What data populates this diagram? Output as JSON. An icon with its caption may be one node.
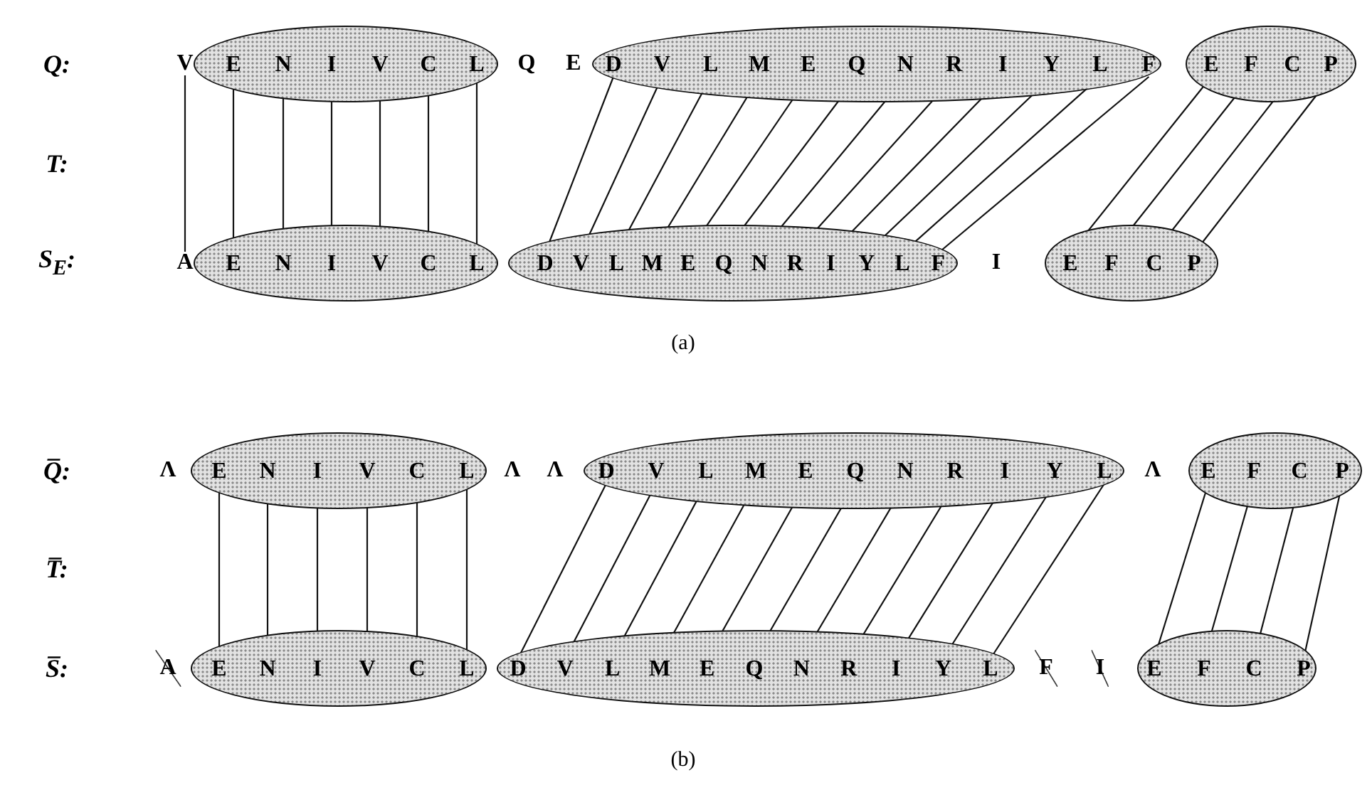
{
  "diagram": {
    "nodes": [
      {
        "text": [
          "V"
        ]
      },
      {
        "text": [],
        "shape": "ellipse"
      },
      {
        "text": [
          "E"
        ],
        "in": 1
      },
      {
        "text": [
          "N"
        ],
        "in": 1
      },
      {
        "text": [
          "I"
        ],
        "in": 1
      },
      {
        "text": [
          "V"
        ],
        "in": 1
      },
      {
        "text": [
          "C"
        ],
        "in": 1
      },
      {
        "text": [
          "L"
        ],
        "in": 1
      },
      {
        "text": [],
        "shape": "ellipse"
      },
      {
        "text": [
          "D"
        ],
        "in": 8
      },
      {
        "text": [
          "V"
        ],
        "in": 8
      },
      {
        "text": [
          "L"
        ],
        "in": 8
      },
      {
        "text": [
          "M"
        ],
        "in": 8
      },
      {
        "text": [
          "E"
        ],
        "in": 8
      },
      {
        "text": [
          "Q"
        ],
        "in": 8
      },
      {
        "text": [
          "N"
        ],
        "in": 8
      },
      {
        "text": [
          "R"
        ],
        "in": 8
      },
      {
        "text": [
          "I"
        ],
        "in": 8
      },
      {
        "text": [
          "Y"
        ],
        "in": 8
      },
      {
        "text": [
          "L"
        ],
        "in": 8
      },
      {
        "text": [
          "F"
        ],
        "in": 8
      },
      {
        "text": [],
        "shape": "ellipse"
      },
      {
        "text": [
          "E"
        ],
        "in": 21
      },
      {
        "text": [
          "F"
        ],
        "in": 21
      },
      {
        "text": [
          "C"
        ],
        "in": 21
      },
      {
        "text": [
          "P"
        ],
        "in": 21
      },
      {
        "text": [
          "A"
        ]
      },
      {
        "text": [],
        "shape": "ellipse"
      },
      {
        "text": [
          "E"
        ],
        "in": 27
      },
      {
        "text": [
          "N"
        ],
        "in": 27
      },
      {
        "text": [
          "I"
        ],
        "in": 27
      },
      {
        "text": [
          "V"
        ],
        "in": 27
      },
      {
        "text": [
          "C"
        ],
        "in": 27
      },
      {
        "text": [
          "L"
        ],
        "in": 27
      },
      {
        "text": [],
        "shape": "ellipse"
      },
      {
        "text": [
          "D"
        ],
        "in": 34
      },
      {
        "text": [
          "V"
        ],
        "in": 34
      },
      {
        "text": [
          "L"
        ],
        "in": 34
      },
      {
        "text": [
          "M"
        ],
        "in": 34
      },
      {
        "text": [
          "E"
        ],
        "in": 34
      },
      {
        "text": [
          "Q"
        ],
        "in": 34
      },
      {
        "text": [
          "N"
        ],
        "in": 34
      },
      {
        "text": [
          "R"
        ],
        "in": 34
      },
      {
        "text": [
          "I"
        ],
        "in": 34
      },
      {
        "text": [
          "Y"
        ],
        "in": 34
      },
      {
        "text": [
          "L"
        ],
        "in": 34
      },
      {
        "text": [
          "F"
        ],
        "in": 34
      },
      {
        "text": [],
        "shape": "ellipse"
      },
      {
        "text": [
          "E"
        ],
        "in": 47
      },
      {
        "text": [
          "F"
        ],
        "in": 47
      },
      {
        "text": [
          "C"
        ],
        "in": 47
      },
      {
        "text": [
          "P"
        ],
        "in": 47
      },
      {
        "text": [],
        "shape": "ellipse"
      },
      {
        "text": [
          "E"
        ],
        "in": 52
      },
      {
        "text": [
          "N"
        ],
        "in": 52
      },
      {
        "text": [
          "I"
        ],
        "in": 52
      },
      {
        "text": [
          "V"
        ],
        "in": 52
      },
      {
        "text": [
          "C"
        ],
        "in": 52
      },
      {
        "text": [
          "L"
        ],
        "in": 52
      },
      {
        "text": [],
        "shape": "ellipse"
      },
      {
        "text": [
          "D"
        ],
        "in": 59
      },
      {
        "text": [
          "V"
        ],
        "in": 59
      },
      {
        "text": [
          "L"
        ],
        "in": 59
      },
      {
        "text": [
          "M"
        ],
        "in": 59
      },
      {
        "text": [
          "E"
        ],
        "in": 59
      },
      {
        "text": [
          "Q"
        ],
        "in": 59
      },
      {
        "text": [
          "N"
        ],
        "in": 59
      },
      {
        "text": [
          "R"
        ],
        "in": 59
      },
      {
        "text": [
          "I"
        ],
        "in": 59
      },
      {
        "text": [
          "Y"
        ],
        "in": 59
      },
      {
        "text": [
          "L"
        ],
        "in": 59
      },
      {
        "text": [],
        "shape": "ellipse"
      },
      {
        "text": [
          "E"
        ],
        "in": 71
      },
      {
        "text": [
          "F"
        ],
        "in": 71
      },
      {
        "text": [
          "C"
        ],
        "in": 71
      },
      {
        "text": [
          "P"
        ],
        "in": 71
      },
      {
        "text": [],
        "shape": "ellipse"
      },
      {
        "text": [
          "E"
        ],
        "in": 76
      },
      {
        "text": [
          "N"
        ],
        "in": 76
      },
      {
        "text": [
          "I"
        ],
        "in": 76
      },
      {
        "text": [
          "V"
        ],
        "in": 76
      },
      {
        "text": [
          "C"
        ],
        "in": 76
      },
      {
        "text": [
          "L"
        ],
        "in": 76
      },
      {
        "text": [],
        "shape": "ellipse"
      },
      {
        "text": [
          "D"
        ],
        "in": 83
      },
      {
        "text": [
          "V"
        ],
        "in": 83
      },
      {
        "text": [
          "L"
        ],
        "in": 83
      },
      {
        "text": [
          "M"
        ],
        "in": 83
      },
      {
        "text": [
          "E"
        ],
        "in": 83
      },
      {
        "text": [
          "Q"
        ],
        "in": 83
      },
      {
        "text": [
          "N"
        ],
        "in": 83
      },
      {
        "text": [
          "R"
        ],
        "in": 83
      },
      {
        "text": [
          "I"
        ],
        "in": 83
      },
      {
        "text": [
          "Y"
        ],
        "in": 83
      },
      {
        "text": [
          "L"
        ],
        "in": 83
      },
      {
        "text": [],
        "shape": "ellipse"
      },
      {
        "text": [
          "E"
        ],
        "in": 95
      },
      {
        "text": [
          "F"
        ],
        "in": 95
      },
      {
        "text": [
          "C"
        ],
        "in": 95
      },
      {
        "text": [
          "P"
        ],
        "in": 95
      }
    ],
    "edges": [
      {
        "from": 0,
        "to": 26,
        "arrow": "none"
      },
      {
        "from": 2,
        "to": 28,
        "arrow": "none"
      },
      {
        "from": 3,
        "to": 29,
        "arrow": "none"
      },
      {
        "from": 4,
        "to": 30,
        "arrow": "none"
      },
      {
        "from": 5,
        "to": 31,
        "arrow": "none"
      },
      {
        "from": 6,
        "to": 32,
        "arrow": "none"
      },
      {
        "from": 7,
        "to": 33,
        "arrow": "none"
      },
      {
        "from": 9,
        "to": 35,
        "arrow": "none"
      },
      {
        "from": 10,
        "to": 36,
        "arrow": "none"
      },
      {
        "from": 11,
        "to": 37,
        "arrow": "none"
      },
      {
        "from": 12,
        "to": 38,
        "arrow": "none"
      },
      {
        "from": 13,
        "to": 39,
        "arrow": "none"
      },
      {
        "from": 14,
        "to": 40,
        "arrow": "none"
      },
      {
        "from": 15,
        "to": 41,
        "arrow": "none"
      },
      {
        "from": 16,
        "to": 42,
        "arrow": "none"
      },
      {
        "from": 17,
        "to": 43,
        "arrow": "none"
      },
      {
        "from": 18,
        "to": 44,
        "arrow": "none"
      },
      {
        "from": 19,
        "to": 45,
        "arrow": "none"
      },
      {
        "from": 20,
        "to": 46,
        "arrow": "none"
      },
      {
        "from": 22,
        "to": 48,
        "arrow": "none"
      },
      {
        "from": 23,
        "to": 49,
        "arrow": "none"
      },
      {
        "from": 24,
        "to": 50,
        "arrow": "none"
      },
      {
        "from": 25,
        "to": 51,
        "arrow": "none"
      },
      {
        "from": 53,
        "to": 77,
        "arrow": "none"
      },
      {
        "from": 54,
        "to": 78,
        "arrow": "none"
      },
      {
        "from": 55,
        "to": 79,
        "arrow": "none"
      },
      {
        "from": 56,
        "to": 80,
        "arrow": "none"
      },
      {
        "from": 57,
        "to": 81,
        "arrow": "none"
      },
      {
        "from": 58,
        "to": 82,
        "arrow": "none"
      },
      {
        "from": 60,
        "to": 84,
        "arrow": "none"
      },
      {
        "from": 61,
        "to": 85,
        "arrow": "none"
      },
      {
        "from": 62,
        "to": 86,
        "arrow": "none"
      },
      {
        "from": 63,
        "to": 87,
        "arrow": "none"
      },
      {
        "from": 64,
        "to": 88,
        "arrow": "none"
      },
      {
        "from": 65,
        "to": 89,
        "arrow": "none"
      },
      {
        "from": 66,
        "to": 90,
        "arrow": "none"
      },
      {
        "from": 67,
        "to": 91,
        "arrow": "none"
      },
      {
        "from": 68,
        "to": 92,
        "arrow": "none"
      },
      {
        "from": 69,
        "to": 93,
        "arrow": "none"
      },
      {
        "from": 70,
        "to": 94,
        "arrow": "none"
      },
      {
        "from": 72,
        "to": 96,
        "arrow": "none"
      },
      {
        "from": 73,
        "to": 97,
        "arrow": "none"
      },
      {
        "from": 74,
        "to": 98,
        "arrow": "none"
      },
      {
        "from": 75,
        "to": 99,
        "arrow": "none"
      }
    ],
    "labels": [
      "Q:",
      "Q",
      "E",
      "T:",
      "S$_{E}$:",
      "I",
      "(a)",
      "Q̅:",
      "Λ",
      "Λ",
      "Λ",
      "Λ",
      "T̅:",
      "S̅:",
      "A",
      "F",
      "I",
      "(b)"
    ]
  }
}
